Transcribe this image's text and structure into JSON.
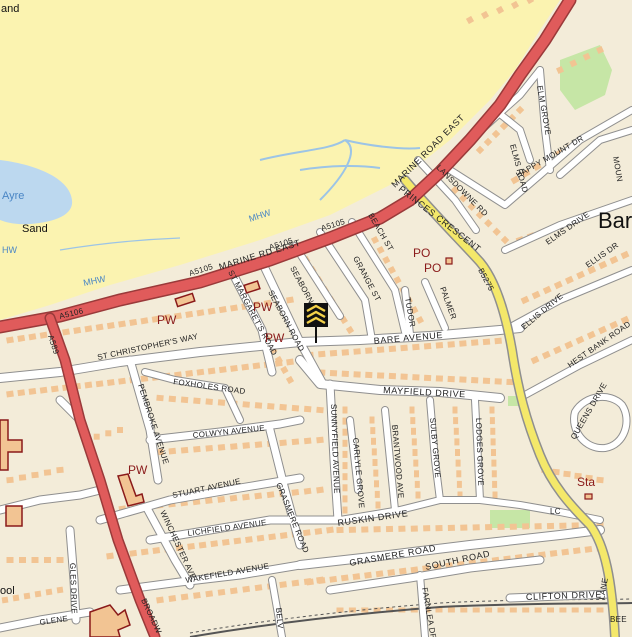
{
  "map": {
    "colors": {
      "land": "#f3ecd9",
      "sand": "#fbf3b0",
      "water": "#bcd8ef",
      "a_road": "#e05b5b",
      "b_road": "#f4e86a",
      "minor_road": "#ffffff",
      "building": "#f2c493",
      "park": "#c6e6a6",
      "rail": "#555555"
    },
    "places": {
      "top_left": "and",
      "ayre": "Ayre",
      "sand": "Sand",
      "town_partial": "Bar",
      "school_partial": "ool"
    },
    "water_labels": {
      "mhw_1": "MHW",
      "mhw_2": "MHW",
      "hw_left": "HW"
    },
    "road_labels": {
      "marine_rd_east_1": "MARINE ROAD EAST",
      "marine_rd_east_2": "MARINE RD EAST",
      "a5105_1": "A5105",
      "a5105_2": "A5105",
      "a5105_3": "A5105",
      "a5106": "A5106",
      "a589": "A589",
      "b5275": "B5275",
      "princes_crescent": "PRINCES CRESCENT",
      "lansdowne_rd": "LANSDOWNE RD",
      "elms_road": "ELMS ROAD",
      "elm_grove": "ELM GROVE",
      "happy_mount_dr": "HAPPY MOUNT DR",
      "mount": "MOUN",
      "elms_drive": "ELMS DRIVE",
      "ellis_dr": "ELLIS DR",
      "ellis_drive": "ELLIS DRIVE",
      "hest_bank_road": "HEST BANK ROAD",
      "beach_st": "BEACH ST",
      "grange_st": "GRANGE ST",
      "tudor": "TUDOR",
      "palmer": "PALMER",
      "seaborn_rd_top": "SEABORN",
      "seaborn_road": "SEABORN ROAD",
      "st_margarets_road": "ST MARGARET'S ROAD",
      "st_christophers_way": "ST CHRISTOPHER'S WAY",
      "bare_avenue": "BARE AVENUE",
      "mayfield_drive": "MAYFIELD DRIVE",
      "foxholes_road": "FOXHOLES ROAD",
      "colwyn_avenue": "COLWYN AVENUE",
      "pembroke_avenue": "PEMBROKE AVENUE",
      "stuart_avenue": "STUART AVENUE",
      "sunnyfield_avenue": "SUNNYFIELD AVENUE",
      "carlyle_grove": "CARLYLE GROVE",
      "brantwood_ave": "BRANTWOOD AVE",
      "sulby_grove": "SULBY GROVE",
      "lodges_grove": "LODGES GROVE",
      "queens_drive": "QUEENS DRIVE",
      "grasmere_road_v": "GRASMERE ROAD",
      "ruskin_drive": "RUSKIN DRIVE",
      "lichfield_avenue": "LICHFIELD AVENUE",
      "winchester_ave": "WINCHESTER AVE",
      "wakefield_avenue": "WAKEFIELD AVENUE",
      "grasmere_road_h": "GRASMERE ROAD",
      "south_road": "SOUTH ROAD",
      "farnlea_dr": "FARNLEA DR",
      "clifton_drive": "CLIFTON DRIVE",
      "gles_drive": "GLES DRIVE",
      "glene": "GLENE",
      "broadw": "BROADW",
      "belv": "BELV",
      "lane": "LANE",
      "bee": "BEE",
      "lc": "LC"
    },
    "poi_labels": {
      "pw_1": "PW",
      "pw_2": "PW",
      "pw_3": "PW",
      "pw_4": "PW",
      "po_1": "PO",
      "po_2": "PO",
      "sta": "Sta"
    },
    "icons": {
      "marker": "location-pin-icon"
    }
  }
}
